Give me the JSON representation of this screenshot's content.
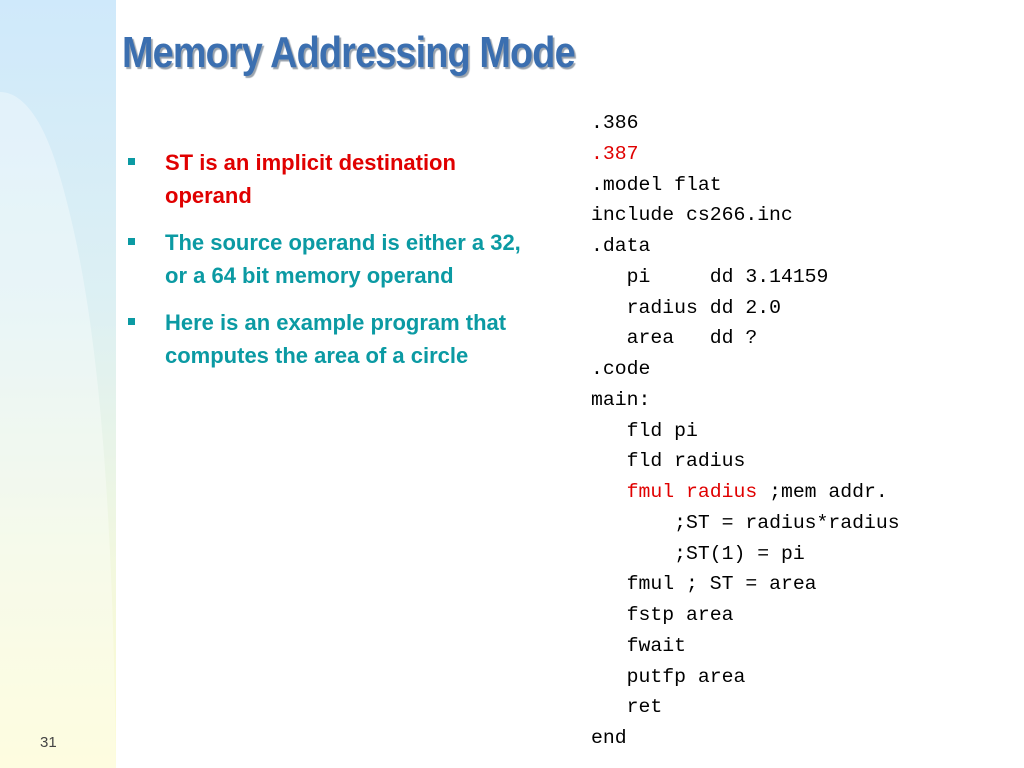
{
  "slide": {
    "title": "Memory Addressing Mode",
    "page_number": "31",
    "colors": {
      "title": "#3b6fb0",
      "accent_red": "#e00000",
      "teal": "#0b9aa3",
      "code": "#000000"
    }
  },
  "bullets": [
    {
      "text": "ST is an implicit destination operand",
      "color": "#e00000"
    },
    {
      "text": "The source operand is either a 32, or a 64 bit memory operand",
      "color": "#0b9aa3"
    },
    {
      "text": "Here is an example program that computes the area of a circle",
      "color": "#0b9aa3"
    }
  ],
  "code": [
    {
      "indent": "",
      "segments": [
        {
          "text": ".386",
          "color": "#000000"
        }
      ]
    },
    {
      "indent": "",
      "segments": [
        {
          "text": ".387",
          "color": "#e00000"
        }
      ]
    },
    {
      "indent": "",
      "segments": [
        {
          "text": ".model flat",
          "color": "#000000"
        }
      ]
    },
    {
      "indent": "",
      "segments": [
        {
          "text": "include cs266.inc",
          "color": "#000000"
        }
      ]
    },
    {
      "indent": "",
      "segments": [
        {
          "text": ".data",
          "color": "#000000"
        }
      ]
    },
    {
      "indent": "   ",
      "segments": [
        {
          "text": "pi     dd 3.14159",
          "color": "#000000"
        }
      ]
    },
    {
      "indent": "   ",
      "segments": [
        {
          "text": "radius dd 2.0",
          "color": "#000000"
        }
      ]
    },
    {
      "indent": "   ",
      "segments": [
        {
          "text": "area   dd ?",
          "color": "#000000"
        }
      ]
    },
    {
      "indent": "",
      "segments": [
        {
          "text": ".code",
          "color": "#000000"
        }
      ]
    },
    {
      "indent": "",
      "segments": [
        {
          "text": "main:",
          "color": "#000000"
        }
      ]
    },
    {
      "indent": "   ",
      "segments": [
        {
          "text": "fld pi",
          "color": "#000000"
        }
      ]
    },
    {
      "indent": "   ",
      "segments": [
        {
          "text": "fld radius",
          "color": "#000000"
        }
      ]
    },
    {
      "indent": "   ",
      "segments": [
        {
          "text": "fmul radius",
          "color": "#e00000"
        },
        {
          "text": " ;mem addr.",
          "color": "#000000"
        }
      ]
    },
    {
      "indent": "       ",
      "segments": [
        {
          "text": ";ST = radius*radius",
          "color": "#000000"
        }
      ]
    },
    {
      "indent": "       ",
      "segments": [
        {
          "text": ";ST(1) = pi",
          "color": "#000000"
        }
      ]
    },
    {
      "indent": "   ",
      "segments": [
        {
          "text": "fmul ; ST = area",
          "color": "#000000"
        }
      ]
    },
    {
      "indent": "   ",
      "segments": [
        {
          "text": "fstp area",
          "color": "#000000"
        }
      ]
    },
    {
      "indent": "   ",
      "segments": [
        {
          "text": "fwait",
          "color": "#000000"
        }
      ]
    },
    {
      "indent": "   ",
      "segments": [
        {
          "text": "putfp area",
          "color": "#000000"
        }
      ]
    },
    {
      "indent": "   ",
      "segments": [
        {
          "text": "ret",
          "color": "#000000"
        }
      ]
    },
    {
      "indent": "",
      "segments": [
        {
          "text": "end",
          "color": "#000000"
        }
      ]
    }
  ]
}
